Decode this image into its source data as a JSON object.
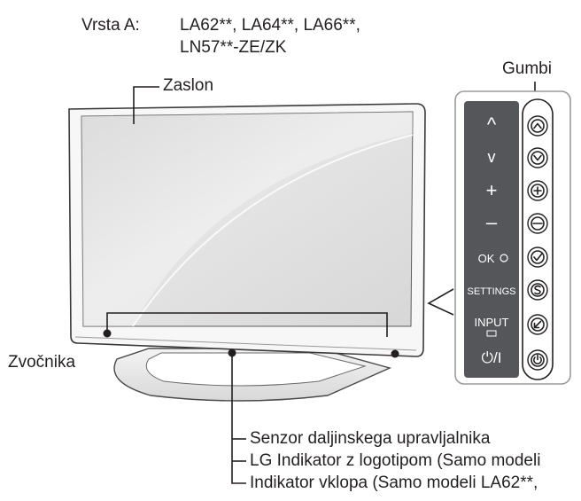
{
  "header": {
    "type_label": "Vrsta A:",
    "models_line1": "LA62**, LA64**, LA66**,",
    "models_line2": "LN57**-ZE/ZK"
  },
  "labels": {
    "screen": "Zaslon",
    "buttons": "Gumbi",
    "speakers": "Zvočnika",
    "remote_sensor": "Senzor daljinskega upravljalnika",
    "lg_indicator": "LG Indikator z logotipom (Samo modeli",
    "power_indicator": "Indikator vklopa (Samo modeli LA62**,"
  },
  "button_panel": {
    "up_symbol": "^",
    "down_symbol": "v",
    "plus_symbol": "+",
    "minus_symbol": "–",
    "ok_label": "OK",
    "settings_label": "SETTINGS",
    "input_label": "INPUT",
    "power_label": "⏻/I"
  }
}
